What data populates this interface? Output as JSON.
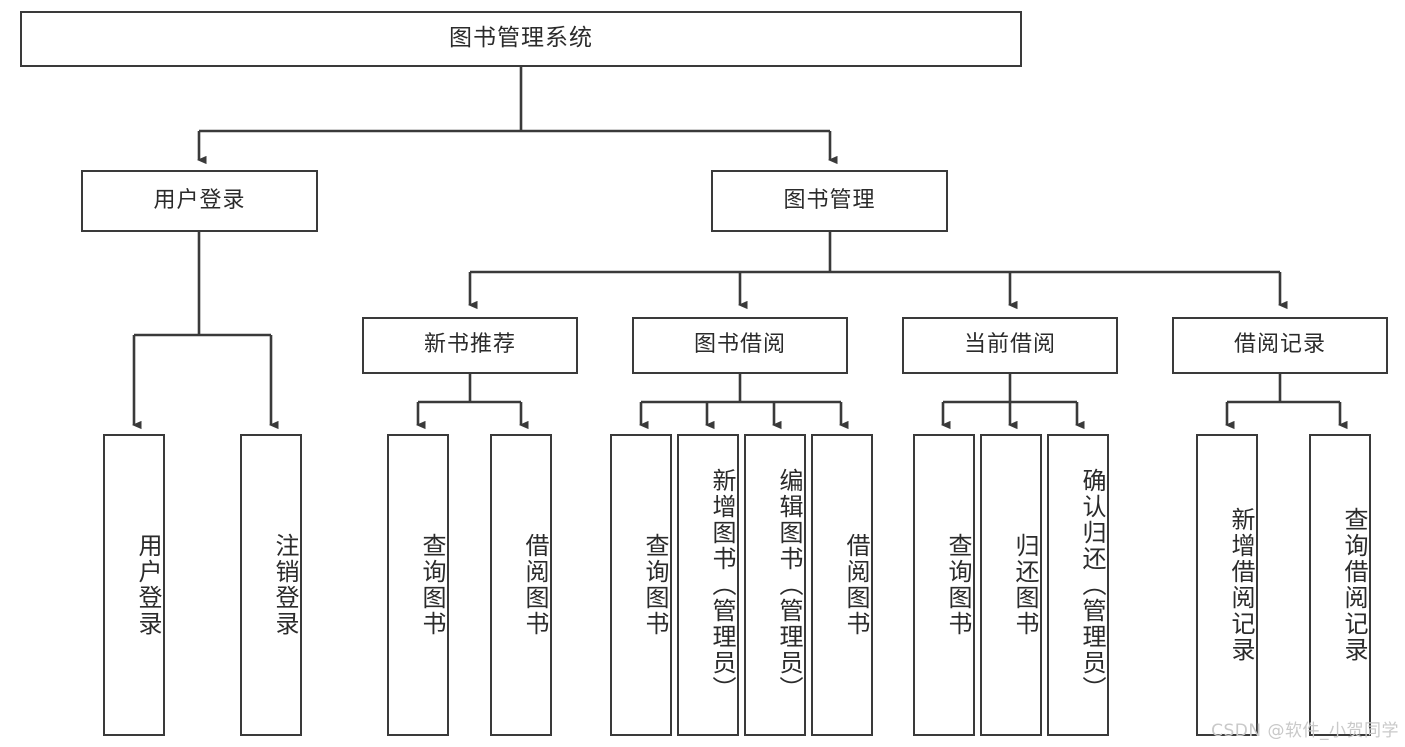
{
  "diagram": {
    "title": "图书管理系统",
    "type": "hierarchy-tree",
    "watermark": "CSDN @软件_小贺同学",
    "colors": {
      "box_border": "#3a3a3a",
      "box_fill": "#ffffff",
      "text": "#2b2b2b",
      "connector": "#3a3a3a",
      "watermark": "#c9c9c9",
      "background": "#ffffff"
    },
    "nodes": {
      "root": {
        "label": "图书管理系统"
      },
      "level2": [
        {
          "label": "用户登录"
        },
        {
          "label": "图书管理"
        }
      ],
      "level3": [
        {
          "label": "新书推荐"
        },
        {
          "label": "图书借阅"
        },
        {
          "label": "当前借阅"
        },
        {
          "label": "借阅记录"
        }
      ],
      "leaves": {
        "user_login": [
          {
            "label": "用户登录"
          },
          {
            "label": "注销登录"
          }
        ],
        "new_book_rec": [
          {
            "label": "查询图书"
          },
          {
            "label": "借阅图书"
          }
        ],
        "book_borrow": [
          {
            "label": "查询图书"
          },
          {
            "label": "新增图书（管理员）"
          },
          {
            "label": "编辑图书（管理员）"
          },
          {
            "label": "借阅图书"
          }
        ],
        "current_borrow": [
          {
            "label": "查询图书"
          },
          {
            "label": "归还图书"
          },
          {
            "label": "确认归还（管理员）"
          }
        ],
        "borrow_record": [
          {
            "label": "新增借阅记录"
          },
          {
            "label": "查询借阅记录"
          }
        ]
      }
    }
  }
}
